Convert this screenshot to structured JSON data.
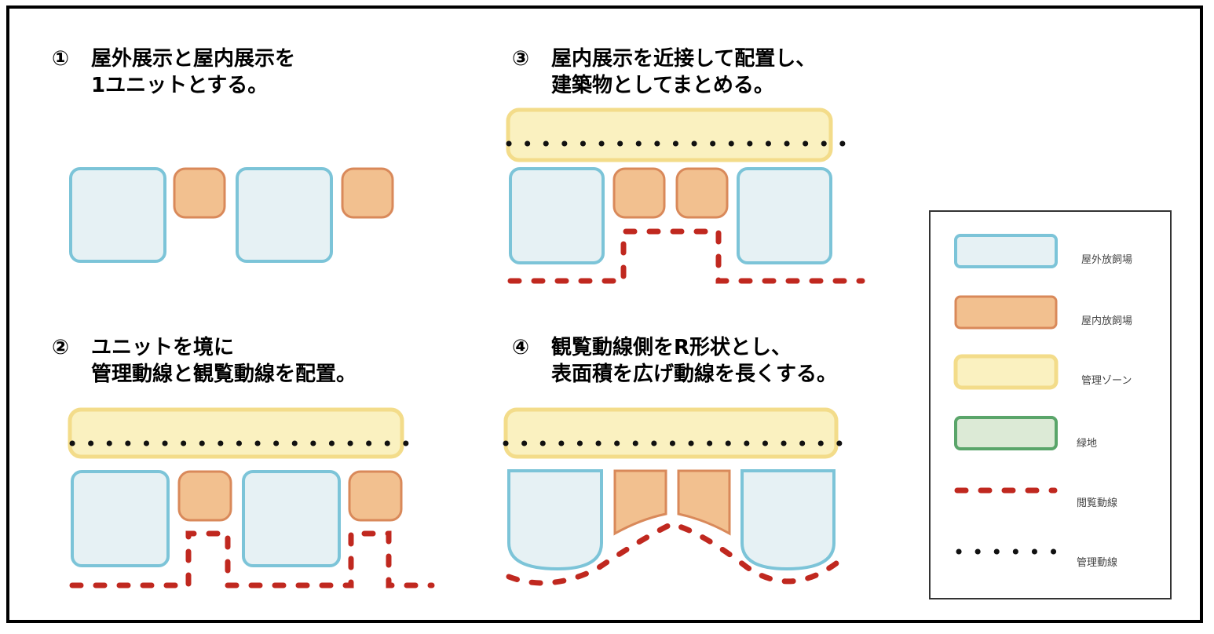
{
  "panels": [
    {
      "id": "1",
      "num": "①",
      "line1": "屋外展示と屋内展示を",
      "line2": "1ユニットとする。"
    },
    {
      "id": "2",
      "num": "②",
      "line1": "ユニットを境に",
      "line2": "管理動線と観覧動線を配置。"
    },
    {
      "id": "3",
      "num": "③",
      "line1": "屋内展示を近接して配置し、",
      "line2": "建築物としてまとめる。"
    },
    {
      "id": "4",
      "num": "④",
      "line1": "観覧動線側をR形状とし、",
      "line2": "表面積を広げ動線を長くする。"
    }
  ],
  "legend": {
    "items": [
      {
        "key": "outdoor",
        "label": "屋外放飼場"
      },
      {
        "key": "indoor",
        "label": "屋内放飼場"
      },
      {
        "key": "management_zone",
        "label": "管理ゾーン"
      },
      {
        "key": "green",
        "label": "緑地"
      },
      {
        "key": "visitor_route",
        "label": "閲覧動線"
      },
      {
        "key": "management_route",
        "label": "管理動線"
      }
    ]
  },
  "colors": {
    "outdoor_fill": "#e6f1f4",
    "outdoor_stroke": "#7cc4d8",
    "indoor_fill": "#f2c08f",
    "indoor_stroke": "#d9895a",
    "zone_fill": "#faf1c0",
    "zone_stroke": "#f3dc8a",
    "green_fill": "#dcead6",
    "green_stroke": "#5aa56a",
    "visitor_route": "#c0281f",
    "management_route": "#111111"
  }
}
